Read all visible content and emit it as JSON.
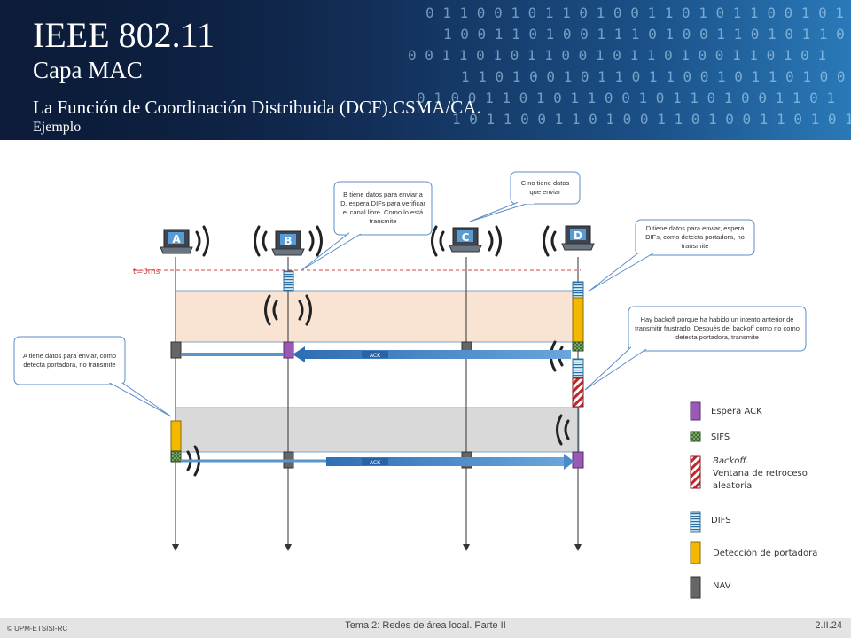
{
  "header": {
    "title": "IEEE 802.11",
    "subtitle": "Capa MAC",
    "description": "La Función de Coordinación Distribuida (DCF).CSMA/CA.",
    "example": "Ejemplo"
  },
  "stations": {
    "a": "A",
    "b": "B",
    "c": "C",
    "d": "D"
  },
  "diagram": {
    "time_label": "t=0ms",
    "ack_label": "ACK"
  },
  "callouts": {
    "b": "B tiene datos para enviar a D, espera DIFs para verificar el canal libre. Como lo está transmite",
    "c": "C no tiene datos que enviar",
    "d": "D tiene datos para enviar, espera DIFs, como detecta portadora, no transmite",
    "hay": "Hay backoff porque ha habido un intento anterior de transmitir frustrado. Después del backoff como no como detecta portadora, transmite",
    "a": "A tiene datos para enviar, como detecta portadora, no transmite"
  },
  "legend": {
    "espera_ack": "Espera ACK",
    "sifs": "SIFS",
    "backoff_title": "Backoff.",
    "backoff_desc": "Ventana de retroceso aleatoria",
    "difs": "DIFS",
    "deteccion": "Detección de portadora",
    "nav": "NAV"
  },
  "colors": {
    "espera_ack": "#9b59b6",
    "sifs": "#4a7a3a",
    "backoff": "#c0282d",
    "difs": "#4a9ec8",
    "deteccion": "#f5b800",
    "nav": "#666666",
    "arrow": "#3f7fbf",
    "highlight_orange": "#f9e3d3",
    "highlight_gray": "#d9d9d9"
  },
  "footer": {
    "left": "© UPM-ETSISI-RC",
    "center": "Tema 2: Redes de área local. Parte II",
    "right": "2.II.24"
  }
}
